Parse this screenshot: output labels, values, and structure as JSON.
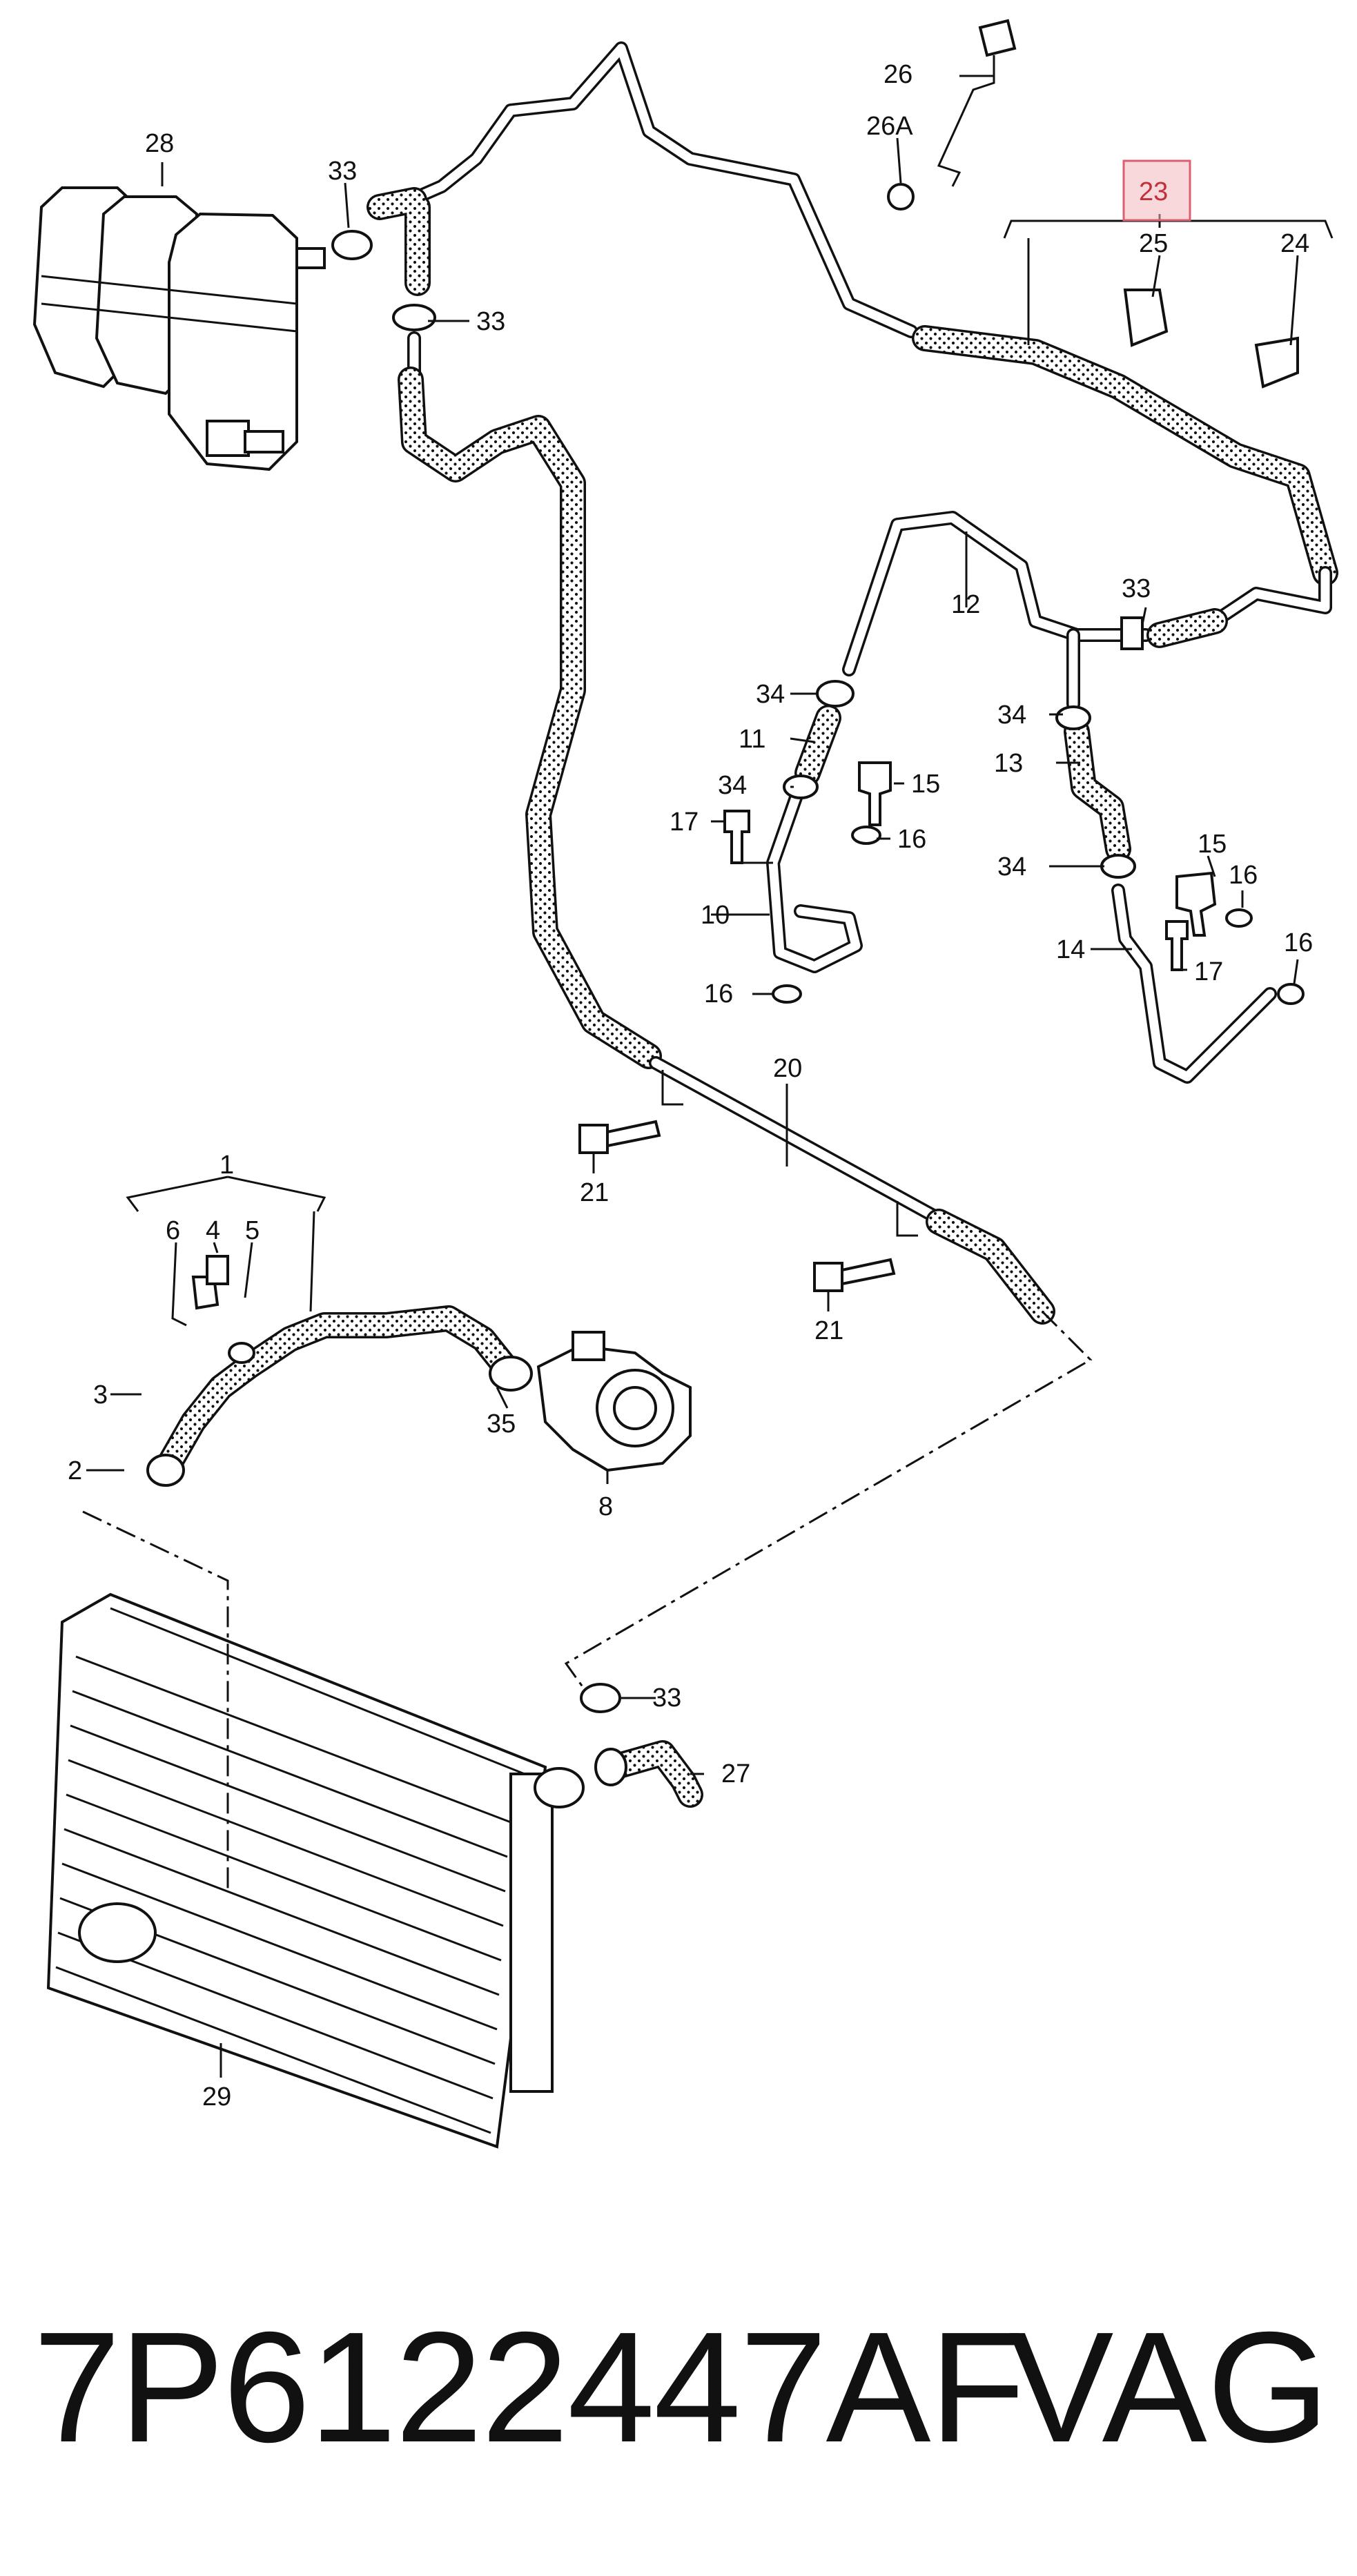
{
  "callouts": {
    "c1": "1",
    "c2": "2",
    "c3": "3",
    "c4": "4",
    "c5": "5",
    "c6": "6",
    "c8": "8",
    "c10": "10",
    "c11": "11",
    "c12": "12",
    "c13": "13",
    "c14": "14",
    "c15a": "15",
    "c15b": "15",
    "c16a": "16",
    "c16b": "16",
    "c16c": "16",
    "c16d": "16",
    "c17a": "17",
    "c17b": "17",
    "c20": "20",
    "c21a": "21",
    "c21b": "21",
    "c23": "23",
    "c24": "24",
    "c25": "25",
    "c26": "26",
    "c26a": "26A",
    "c27": "27",
    "c28": "28",
    "c29": "29",
    "c33a": "33",
    "c33b": "33",
    "c33c": "33",
    "c33d": "33",
    "c34a": "34",
    "c34b": "34",
    "c34c": "34",
    "c34d": "34",
    "c35": "35"
  },
  "highlight": {
    "callout": "23",
    "color": "#f4b8c0",
    "text_color": "#c0303a"
  },
  "footer": {
    "part_number": "7P6122447AF",
    "brand": "VAG"
  }
}
